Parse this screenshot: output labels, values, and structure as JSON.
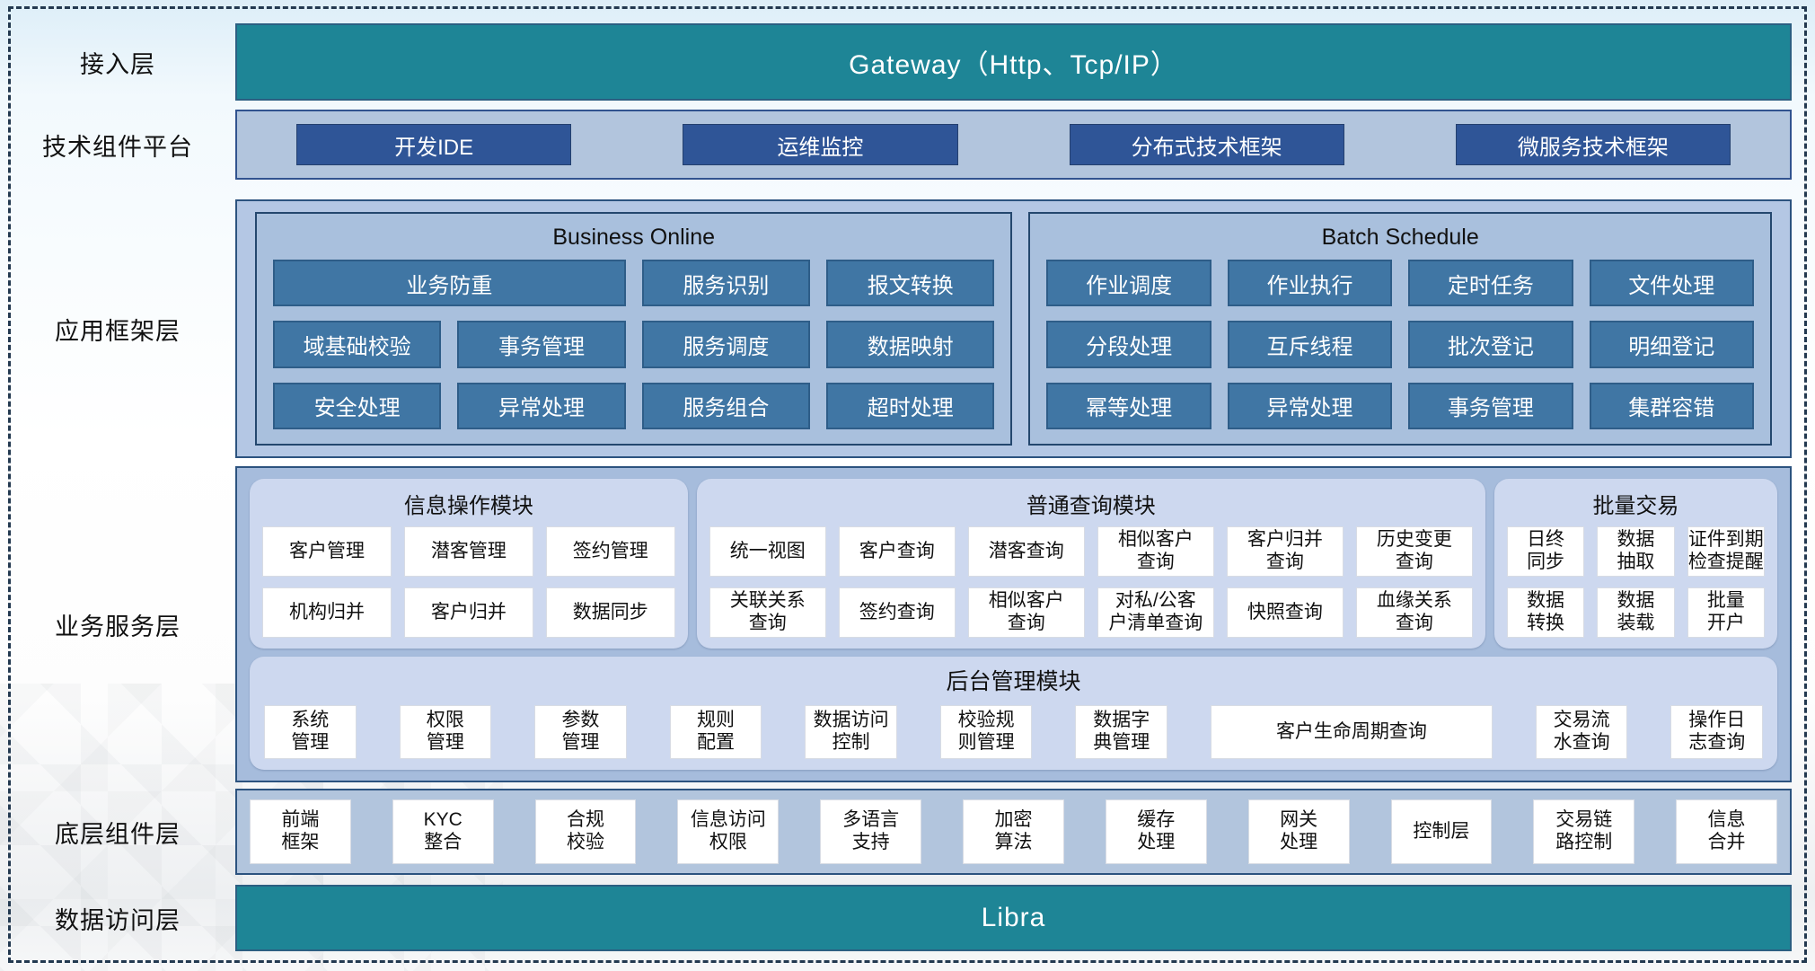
{
  "colors": {
    "teal_bar": "#1e8596",
    "dark_blue_chip": "#2f5597",
    "steel_blue_chip": "#4076a4",
    "container_blue": "#b2c5dd",
    "panel_blue": "#a9c0dd",
    "lavender_panel": "#cdd8ef",
    "white_chip": "#ffffff"
  },
  "access_layer": {
    "label": "接入层",
    "bar_text": "Gateway（Http、Tcp/IP）"
  },
  "tech_platform": {
    "label": "技术组件平台",
    "items": [
      "开发IDE",
      "运维监控",
      "分布式技术框架",
      "微服务技术框架"
    ]
  },
  "app_framework": {
    "label": "应用框架层",
    "business_online": {
      "title": "Business Online",
      "items": [
        {
          "label": "业务防重",
          "span": 2
        },
        "服务识别",
        "报文转换",
        "域基础校验",
        "事务管理",
        "服务调度",
        "数据映射",
        "安全处理",
        "异常处理",
        "服务组合",
        "超时处理"
      ]
    },
    "batch_schedule": {
      "title": "Batch Schedule",
      "items": [
        "作业调度",
        "作业执行",
        "定时任务",
        "文件处理",
        "分段处理",
        "互斥线程",
        "批次登记",
        "明细登记",
        "幂等处理",
        "异常处理",
        "事务管理",
        "集群容错"
      ]
    }
  },
  "business_service": {
    "label": "业务服务层",
    "info_module": {
      "title": "信息操作模块",
      "items": [
        "客户管理",
        "潜客管理",
        "签约管理",
        "机构归并",
        "客户归并",
        "数据同步"
      ]
    },
    "query_module": {
      "title": "普通查询模块",
      "items": [
        "统一视图",
        "客户查询",
        "潜客查询",
        "相似客户\n查询",
        "客户归并\n查询",
        "历史变更\n查询",
        "关联关系\n查询",
        "签约查询",
        "相似客户\n查询",
        "对私/公客\n户清单查询",
        "快照查询",
        "血缘关系\n查询"
      ]
    },
    "batch_module": {
      "title": "批量交易",
      "items": [
        "日终\n同步",
        "数据\n抽取",
        "证件到期\n检查提醒",
        "数据\n转换",
        "数据\n装载",
        "批量\n开户"
      ]
    },
    "admin_module": {
      "title": "后台管理模块",
      "items": [
        "系统\n管理",
        "权限\n管理",
        "参数\n管理",
        "规则\n配置",
        "数据访问\n控制",
        "校验规\n则管理",
        "数据字\n典管理",
        {
          "label": "客户生命周期查询",
          "wide": true
        },
        "交易流\n水查询",
        "操作日\n志查询"
      ]
    }
  },
  "base_components": {
    "label": "底层组件层",
    "items": [
      "前端\n框架",
      "KYC\n整合",
      "合规\n校验",
      "信息访问\n权限",
      "多语言\n支持",
      "加密\n算法",
      "缓存\n处理",
      "网关\n处理",
      "控制层",
      "交易链\n路控制",
      "信息\n合并"
    ]
  },
  "data_access_layer": {
    "label": "数据访问层",
    "bar_text": "Libra"
  }
}
